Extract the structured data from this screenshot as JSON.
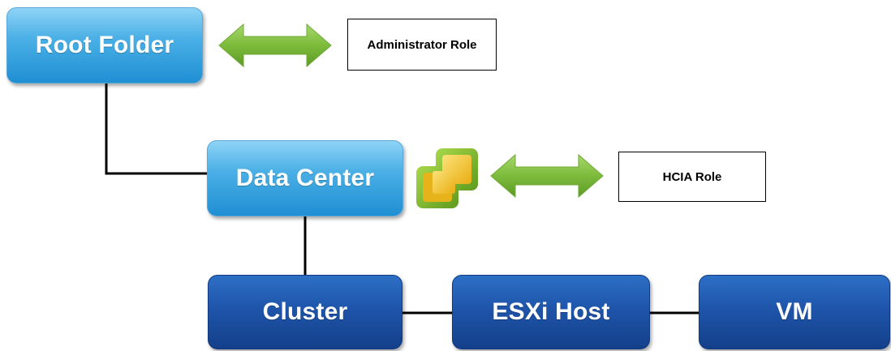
{
  "nodes": {
    "root_folder": "Root Folder",
    "data_center": "Data Center",
    "cluster": "Cluster",
    "esxi_host": "ESXi Host",
    "vm": "VM"
  },
  "roles": {
    "administrator": "Administrator Role",
    "hcia": "HCIA Role"
  },
  "colors": {
    "light_node": "#3fa7e2",
    "dark_node": "#1e55aa",
    "arrow": "#7dbb3c",
    "connector": "#000000",
    "logo_green": "#78b928",
    "logo_yellow": "#f3c623"
  },
  "icons": {
    "admin_arrow": "double-headed-arrow-icon",
    "hcia_arrow": "double-headed-arrow-icon",
    "logo": "vsphere-logo-icon"
  }
}
